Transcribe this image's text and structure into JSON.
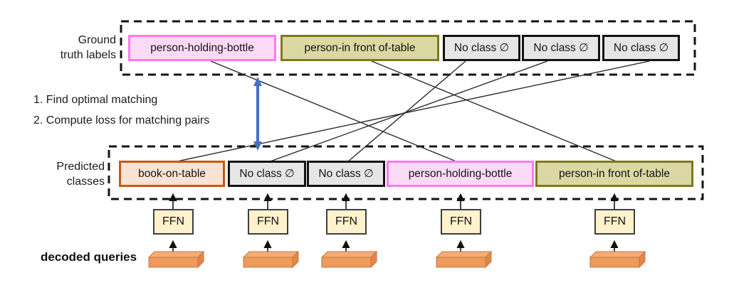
{
  "ground_truth": {
    "side_label_line1": "Ground",
    "side_label_line2": "truth labels",
    "boxes": [
      {
        "label": "person-holding-bottle",
        "type": "pink"
      },
      {
        "label": "person-in front of-table",
        "type": "olive"
      },
      {
        "label": "No class ∅",
        "type": "no-class"
      },
      {
        "label": "No class ∅",
        "type": "no-class"
      },
      {
        "label": "No class ∅",
        "type": "no-class"
      }
    ]
  },
  "steps": {
    "step1": "1. Find optimal matching",
    "step2": "2. Compute loss for matching pairs"
  },
  "predicted": {
    "side_label_line1": "Predicted",
    "side_label_line2": "classes",
    "boxes": [
      {
        "label": "book-on-table",
        "type": "orange"
      },
      {
        "label": "No class ∅",
        "type": "no-class"
      },
      {
        "label": "No class ∅",
        "type": "no-class"
      },
      {
        "label": "person-holding-bottle",
        "type": "pink"
      },
      {
        "label": "person-in front of-table",
        "type": "olive"
      }
    ]
  },
  "matching_pairs": [
    {
      "gt": 0,
      "pred": 3
    },
    {
      "gt": 1,
      "pred": 4
    },
    {
      "gt": 2,
      "pred": 2
    },
    {
      "gt": 3,
      "pred": 1
    },
    {
      "gt": 4,
      "pred": 0
    }
  ],
  "ffn": {
    "label": "FFN"
  },
  "decoded_queries": {
    "label": "decoded queries"
  },
  "colors": {
    "pink_border": "#F97BF0",
    "pink_fill": "#FBDAF8",
    "olive_border": "#7C7A1E",
    "olive_fill": "#DBD8A3",
    "no_class_border": "#121212",
    "no_class_fill": "#E7E6E6",
    "orange_border": "#C55A11",
    "orange_fill": "#FAE3D3",
    "ffn_fill": "#FFF2CC",
    "query_front": "#EF995B",
    "query_top": "#F4AC77",
    "query_side": "#E5854A",
    "loss_arrow_blue": "#4472C4"
  }
}
